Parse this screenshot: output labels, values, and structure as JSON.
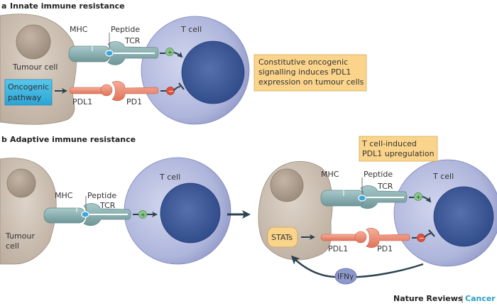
{
  "panels": {
    "a": {
      "letter": "a",
      "title": "Innate immune resistance",
      "tumour_label": "Tumour cell",
      "tcell_label": "T cell",
      "mhc_label": "MHC",
      "peptide_label": "Peptide",
      "tcr_label": "TCR",
      "pdl1_label": "PDL1",
      "pd1_label": "PD1",
      "oncogenic_line1": "Oncogenic",
      "oncogenic_line2": "pathway",
      "note_lines": [
        "Constitutive oncogenic",
        "signalling induces PDL1",
        "expression on tumour cells"
      ],
      "plus_sign": "+",
      "minus_sign": "−"
    },
    "b": {
      "letter": "b",
      "title": "Adaptive immune resistance",
      "left": {
        "tumour_line1": "Tumour",
        "tumour_line2": "cell",
        "tcell_label": "T cell",
        "mhc_label": "MHC",
        "peptide_label": "Peptide",
        "tcr_label": "TCR",
        "plus_sign": "+"
      },
      "right": {
        "note_lines": [
          "T cell-induced",
          "PDL1 upregulation"
        ],
        "tcell_label": "T cell",
        "mhc_label": "MHC",
        "peptide_label": "Peptide",
        "tcr_label": "TCR",
        "pdl1_label": "PDL1",
        "pd1_label": "PD1",
        "stats_label": "STATs",
        "ifn_label": "IFNγ",
        "plus_sign": "+",
        "minus_sign": "−"
      }
    }
  },
  "footer": {
    "journal": "Nature Reviews",
    "separator": "|",
    "section": "Cancer"
  },
  "colors": {
    "tumour_cell": "#cbbfb2",
    "tumour_nucleus": "#a9998a",
    "tcell": "#aab2d8",
    "tcell_nucleus": "#3f5b9a",
    "mhc": "#8fb3b5",
    "pdl1": "#ef8f78",
    "peptide": "#3aa7dc",
    "oncogenic_box": "#3cb4e0",
    "note_box": "#fbd48c",
    "plus": "#8cc98a",
    "minus": "#e0533e",
    "arrow": "#2c4250",
    "section_accent": "#2aa0c4"
  }
}
